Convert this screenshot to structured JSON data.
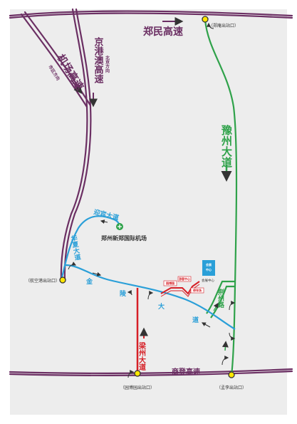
{
  "colors": {
    "highway": "#6b2f63",
    "yuzhou": "#2fa24a",
    "blue_road": "#2a9fd8",
    "red_road": "#d61f26",
    "exit_fill": "#ffe600",
    "arrow": "#333333",
    "background_panel": "#ededed"
  },
  "highways": {
    "zhengmin": "郑民高速",
    "airport": "机场高速",
    "airport_dir": "市区方向",
    "jinggang": "京港澳高速",
    "jinggang_dir": "北京方向",
    "shangdeng": "商登高速"
  },
  "roads": {
    "yuzhou": "豫州大道",
    "yingbin": "迎宾大道",
    "huaxia": "华夏大道",
    "jinling": [
      "金",
      "陵",
      "大",
      "道"
    ],
    "liangzhou": "梁州大道",
    "jingzhou": "荆州路"
  },
  "airport_label": "郑州新郑国际机场",
  "exits": {
    "zhengan": "（郑庵出站口）",
    "konggang": "（航空港出站口）",
    "yuanbo": "（园博园出站口）",
    "menglizhuang": "（孟李出站口）"
  },
  "small_labels": {
    "building": "会展中心",
    "expo_box": [
      "会展",
      "中心"
    ],
    "red_sign1": "园博园",
    "red_sign2": "游客中心",
    "red_sign3": "停车场"
  },
  "icons": [
    "airport-icon",
    "direction-arrow-icon",
    "exit-marker-icon"
  ]
}
